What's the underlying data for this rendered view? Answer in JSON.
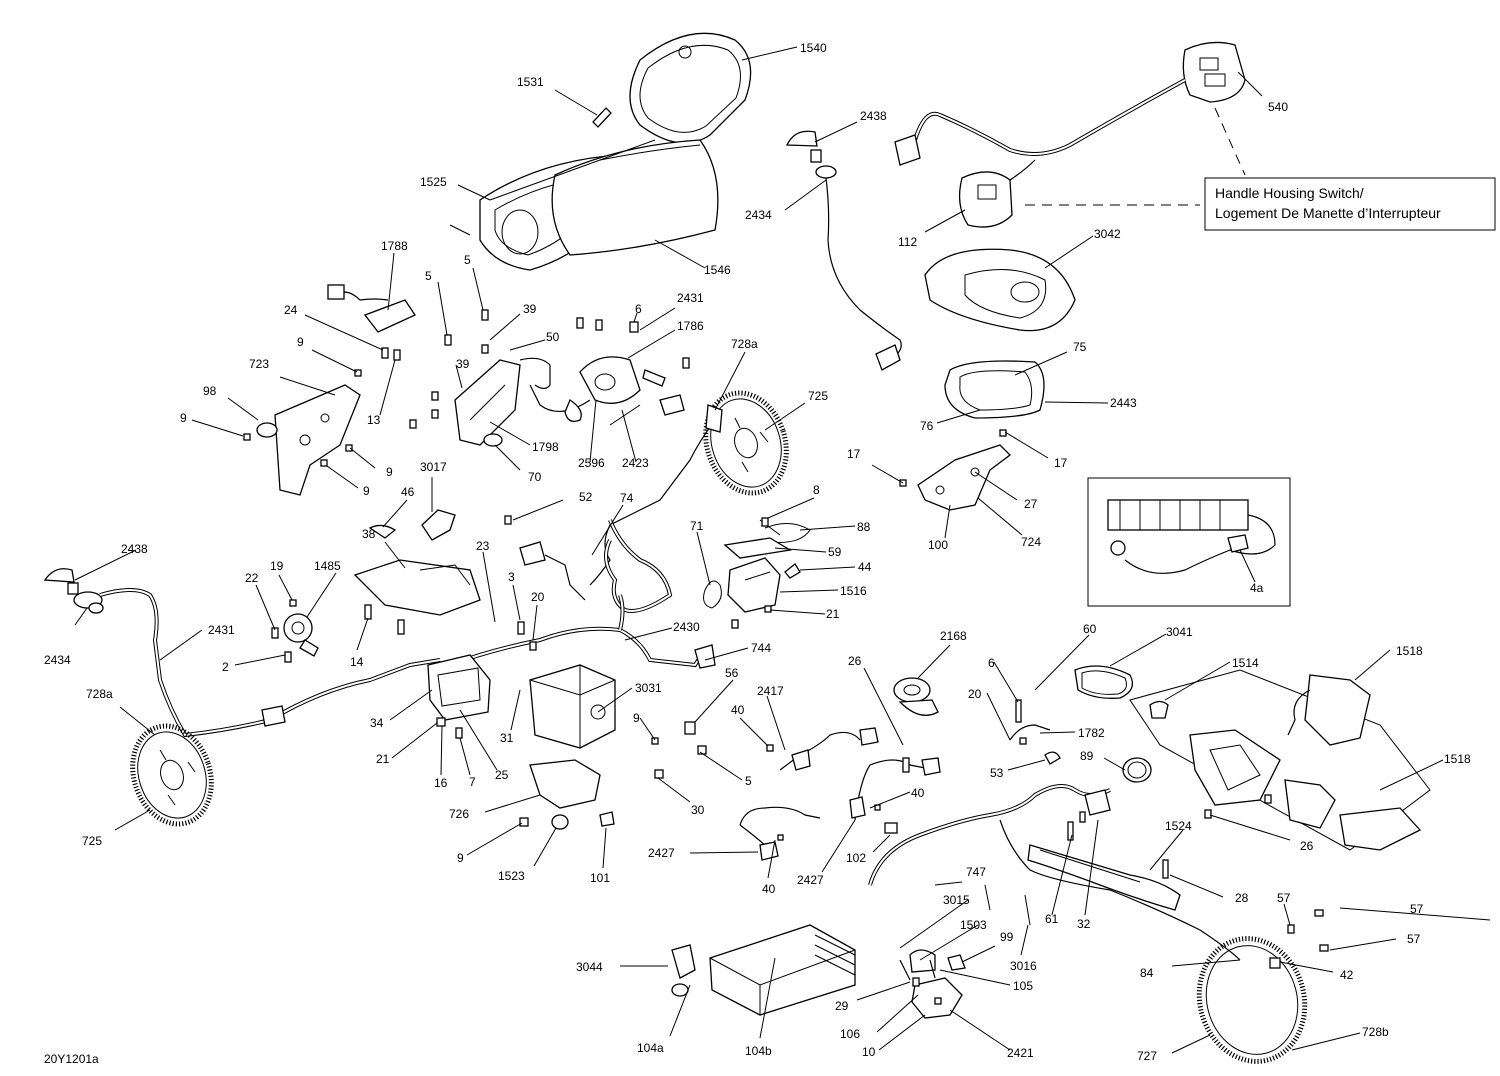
{
  "diagram_id": "20Y1201a",
  "callout": {
    "line1": "Handle Housing Switch/",
    "line2": "Logement De Manette d’Interrupteur"
  },
  "labels": {
    "l1540": "1540",
    "l1531": "1531",
    "l2438a": "2438",
    "l2434a": "2434",
    "l540": "540",
    "l1525": "1525",
    "l1546": "1546",
    "l112": "112",
    "l3042": "3042",
    "l1788": "1788",
    "l5a": "5",
    "l5b": "5",
    "l24": "24",
    "l39a": "39",
    "l39b": "39",
    "l50": "50",
    "l6a": "6",
    "l2431a": "2431",
    "l1786": "1786",
    "l728a_a": "728a",
    "l725a": "725",
    "l9a": "9",
    "l723": "723",
    "l13": "13",
    "l98": "98",
    "l9b": "9",
    "l1798": "1798",
    "l70": "70",
    "l2596": "2596",
    "l2423": "2423",
    "l9c": "9",
    "l9d": "9",
    "l75": "75",
    "l2443": "2443",
    "l76": "76",
    "l17a": "17",
    "l17b": "17",
    "l27": "27",
    "l100": "100",
    "l724": "724",
    "l3017": "3017",
    "l46": "46",
    "l52": "52",
    "l74": "74",
    "l8": "8",
    "l88": "88",
    "l38": "38",
    "l71": "71",
    "l59": "59",
    "l44": "44",
    "l1516": "1516",
    "l21a": "21",
    "l4a": "4a",
    "l2438b": "2438",
    "l19": "19",
    "l1485": "1485",
    "l22": "22",
    "l23": "23",
    "l3": "3",
    "l2431b": "2431",
    "l2434b": "2434",
    "l2": "2",
    "l14": "14",
    "l20a": "20",
    "l2430": "2430",
    "l744": "744",
    "l2168": "2168",
    "l60": "60",
    "l3041": "3041",
    "l1514": "1514",
    "l1518a": "1518",
    "l26a": "26",
    "l6b": "6",
    "l20b": "20",
    "l1782": "1782",
    "l728a_b": "728a",
    "l34": "34",
    "l56": "56",
    "l3031": "3031",
    "l9e": "9",
    "l2417": "2417",
    "l40a": "40",
    "l53": "53",
    "l89": "89",
    "l21b": "21",
    "l16": "16",
    "l7": "7",
    "l25": "25",
    "l31": "31",
    "l5c": "5",
    "l30": "30",
    "l40b": "40",
    "l1518b": "1518",
    "l725b": "725",
    "l726": "726",
    "l102": "102",
    "l26b": "26",
    "l9f": "9",
    "l1523": "1523",
    "l101": "101",
    "l2427a": "2427",
    "l40c": "40",
    "l2427b": "2427",
    "l1524": "1524",
    "l747": "747",
    "l28": "28",
    "l3015": "3015",
    "l32": "32",
    "l61": "61",
    "l57a": "57",
    "l1503": "1503",
    "l99": "99",
    "l3044": "3044",
    "l3016": "3016",
    "l57b": "57",
    "l84": "84",
    "l105": "105",
    "l42": "42",
    "l29": "29",
    "l106": "106",
    "l104a": "104a",
    "l104b": "104b",
    "l10": "10",
    "l2421": "2421",
    "l727": "727",
    "l728b": "728b"
  }
}
